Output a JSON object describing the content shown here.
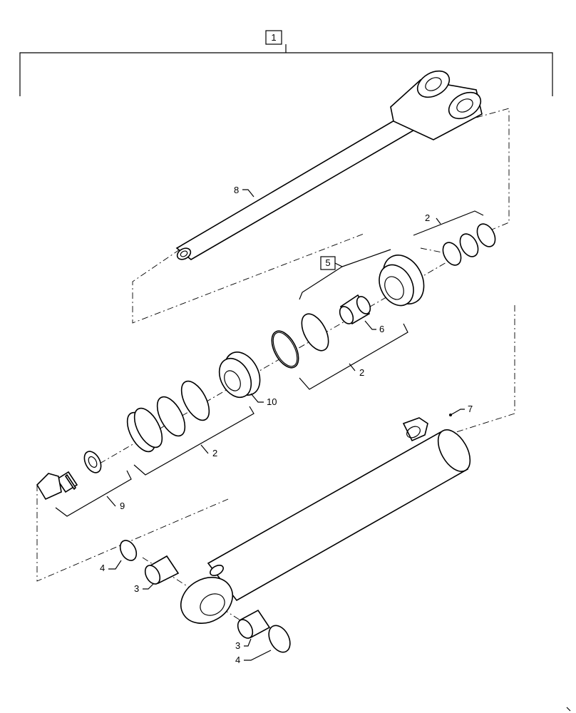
{
  "callouts": {
    "c1": "1",
    "c2a": "2",
    "c2b": "2",
    "c2c": "2",
    "c3a": "3",
    "c3b": "3",
    "c4a": "4",
    "c4b": "4",
    "c5": "5",
    "c6": "6",
    "c7": "7",
    "c8": "8",
    "c9": "9",
    "c10": "10"
  }
}
